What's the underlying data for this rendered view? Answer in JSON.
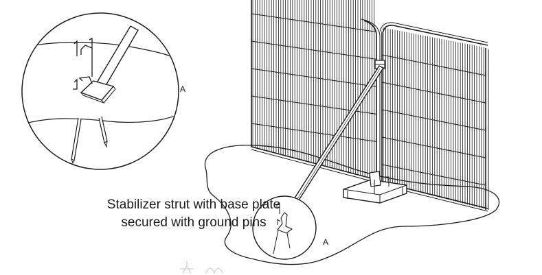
{
  "diagram": {
    "caption_lines": [
      "Stabilizer strut with base plate",
      "secured with ground pins"
    ],
    "callout_top": "A",
    "callout_bottom": "A"
  },
  "colors": {
    "line": "#1a1a1a",
    "fill": "#ffffff"
  }
}
